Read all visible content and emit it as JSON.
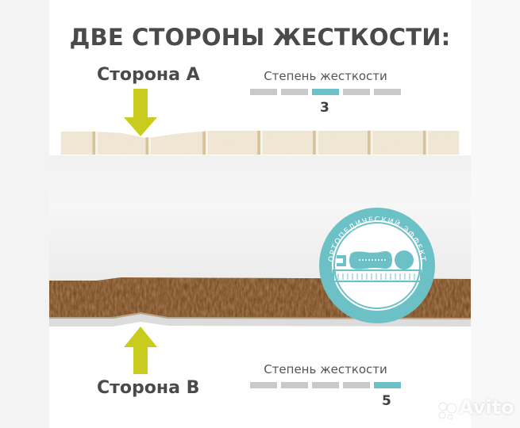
{
  "title": "ДВЕ СТОРОНЫ ЖЕСТКОСТИ:",
  "side_a": {
    "label": "Сторона А",
    "rating_label": "Степень жесткости",
    "rating_value": "3",
    "rating_max": 5,
    "rating_active_index": 3
  },
  "side_b": {
    "label": "Сторона В",
    "rating_label": "Степень жесткости",
    "rating_value": "5",
    "rating_max": 5,
    "rating_active_index": 5
  },
  "badge": {
    "text": "ОРТОПЕДИЧЕСКИЙ ЭФФЕКТ",
    "icon": "person-lying-on-mattress-icon"
  },
  "watermark": {
    "text": "Avito"
  },
  "colors": {
    "arrow": "#c9cc1c",
    "accent_teal": "#6cc1c6",
    "bar_inactive": "#c9c9c9",
    "title_text": "#4a4a4a",
    "foam": "#efe6d3",
    "coconut": "#7a4a22"
  }
}
